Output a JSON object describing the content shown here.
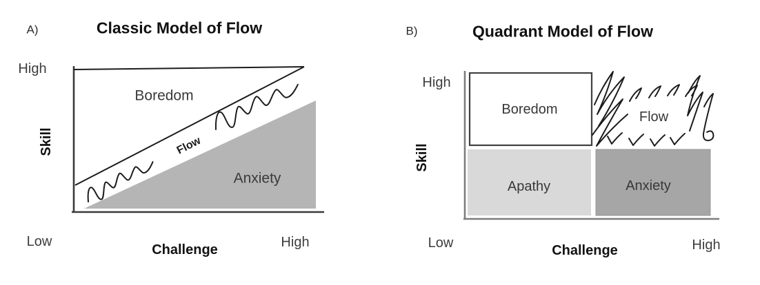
{
  "figure": {
    "panels": {
      "a": {
        "panel_label": "A)",
        "title": "Classic Model of Flow",
        "y_axis_label": "Skill",
        "y_high": "High",
        "x_axis_label": "Challenge",
        "x_left": "Low",
        "x_right": "High",
        "regions": {
          "boredom": "Boredom",
          "flow": "Flow",
          "anxiety": "Anxiety"
        }
      },
      "b": {
        "panel_label": "B)",
        "title": "Quadrant Model of Flow",
        "y_axis_label": "Skill",
        "y_high": "High",
        "x_axis_label": "Challenge",
        "x_left": "Low",
        "x_right": "High",
        "regions": {
          "boredom": "Boredom",
          "flow": "Flow",
          "apathy": "Apathy",
          "anxiety": "Anxiety"
        }
      }
    },
    "colors": {
      "anxiety_triangle_fill": "#b5b5b5",
      "apathy_fill": "#d9d9d9",
      "anxiety_fill": "#a6a6a6",
      "boredom_fill": "#ffffff",
      "box_border": "#3f3f3f",
      "axis_dark": "#3a3a3a",
      "axis_gray": "#7d7d7d",
      "ink": "#1c1c1c"
    }
  }
}
